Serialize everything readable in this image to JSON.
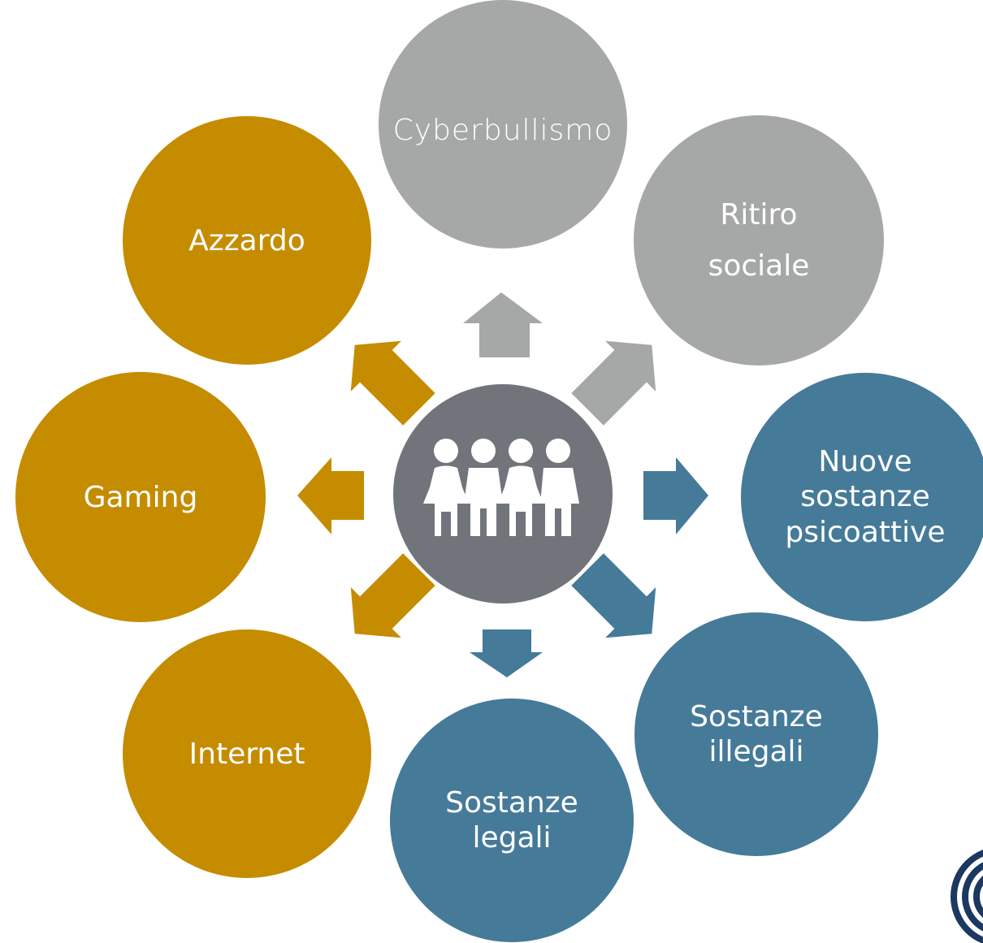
{
  "diagram": {
    "colors": {
      "gold": "#c58c00",
      "grey": "#a6a8a8",
      "blue": "#457a99",
      "center": "#71757b",
      "logo": "#1c3860"
    },
    "center_icon": "group-of-people-icon",
    "nodes": {
      "cyberbullismo": "Cyberbullismo",
      "ritiro_sociale": "Ritiro\nsociale",
      "nuove_sostanze": "Nuove\nsostanze\npsicoattive",
      "sostanze_illegali": "Sostanze\nillegali",
      "sostanze_legali": "Sostanze\nlegali",
      "internet": "Internet",
      "gaming": "Gaming",
      "azzardo": "Azzardo"
    },
    "logo_icon": "organization-logo-icon"
  }
}
